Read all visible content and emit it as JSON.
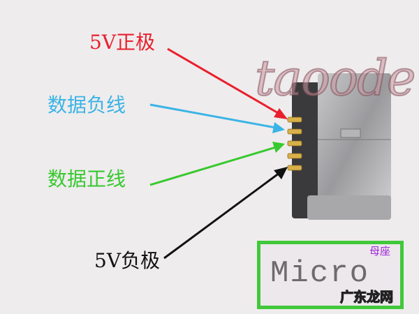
{
  "labels": [
    {
      "text": "5V正极",
      "color": "#e8202e"
    },
    {
      "text": "数据负线",
      "color": "#3ab4e6"
    },
    {
      "text": "数据正线",
      "color": "#37c92f"
    },
    {
      "text": "5V负极",
      "color": "#111111"
    }
  ],
  "watermark": "taoode",
  "box": {
    "title": "Micro",
    "subtitle": "母座",
    "site_watermark": "广东龙网"
  }
}
